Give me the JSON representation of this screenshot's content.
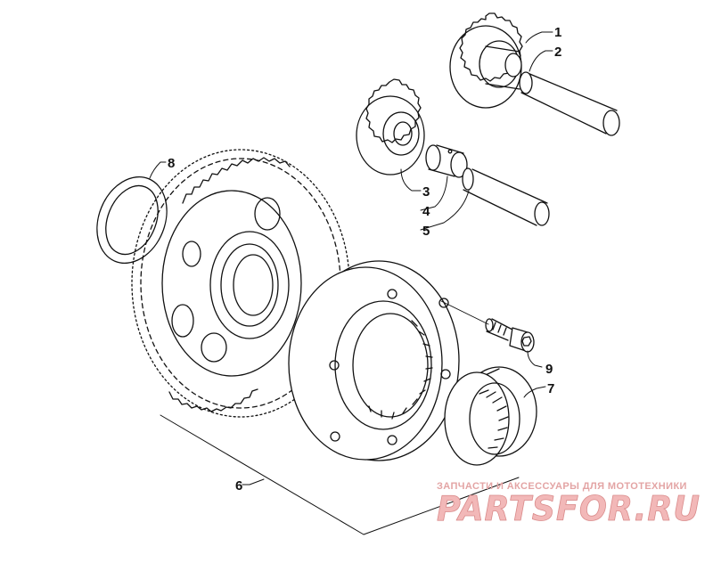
{
  "callouts": {
    "c1": "1",
    "c2": "2",
    "c3": "3",
    "c4": "4",
    "c5": "5",
    "c6": "6",
    "c7": "7",
    "c8": "8",
    "c9": "9"
  },
  "watermark": {
    "tagline": "ЗАПЧАСТИ И АКСЕССУАРЫ ДЛЯ МОТОТЕХНИКИ",
    "brand": "PARTSFOR.RU",
    "color": "#f2b8b8"
  },
  "line_color": "#111111"
}
